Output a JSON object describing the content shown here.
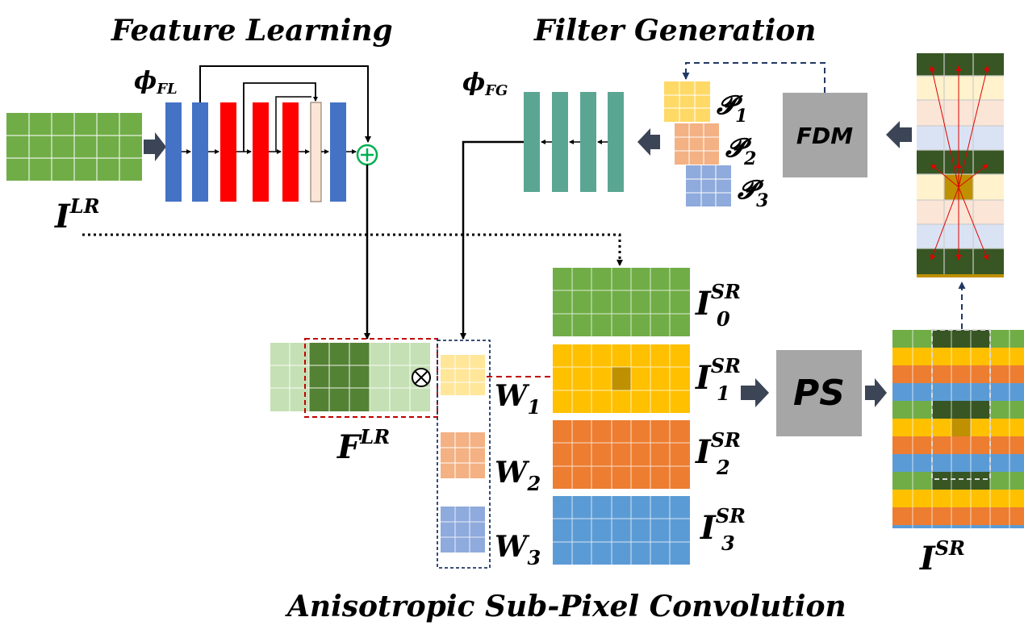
{
  "titles": {
    "feature_learning": "Feature Learning",
    "filter_generation": "Filter Generation",
    "anisotropic": "Anisotropic Sub-Pixel Convolution"
  },
  "symbols": {
    "phi": "ϕ",
    "phi_fl_sub": "FL",
    "phi_fg_sub": "FG",
    "I": "I",
    "F": "F",
    "W": "W",
    "P": "𝓟",
    "LR": "LR",
    "SR": "SR",
    "idx1": "1",
    "idx2": "2",
    "idx3": "3",
    "idx0": "0",
    "oplus": "⊕",
    "otimes": "⊗"
  },
  "boxes": {
    "fdm": "FDM",
    "ps": "PS"
  },
  "colors": {
    "green": "#70ad47",
    "dark_green": "#548235",
    "light_green": "#c5e0b4",
    "very_dark_green": "#375623",
    "yellow": "#ffc000",
    "light_yellow": "#ffe699",
    "orange": "#ed7d31",
    "light_orange": "#f4b183",
    "blue": "#5b9bd5",
    "light_blue": "#8faadc",
    "conv_blue": "#4472c4",
    "conv_red": "#ff0000",
    "conv_peach": "#fbe5d6",
    "teal": "#5ba693",
    "gray": "#a6a6a6",
    "arrow_dark": "#3b4556",
    "dash_navy": "#203864",
    "dash_red": "#c00000",
    "brown": "#bf9000",
    "plus_green": "#00b050"
  }
}
